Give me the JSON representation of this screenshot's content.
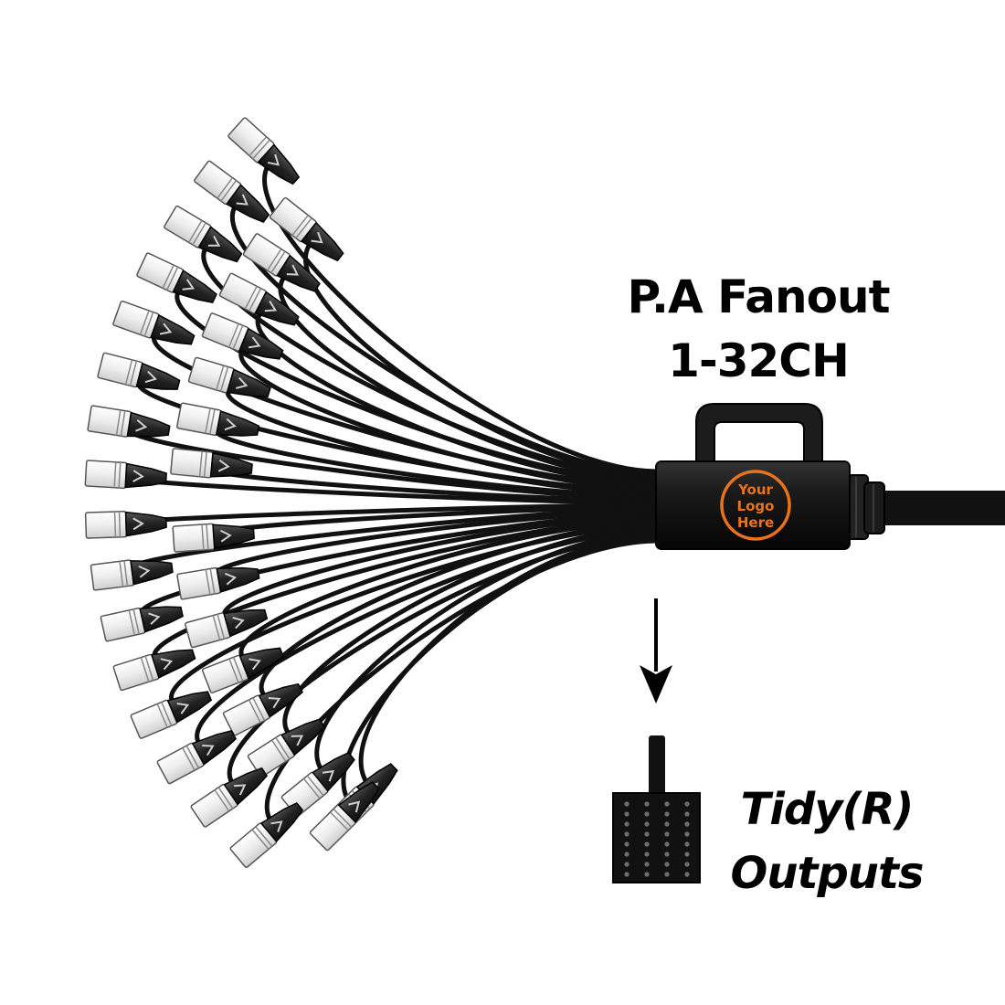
{
  "title": {
    "line1": "P.A Fanout",
    "line2": "1-32CH"
  },
  "logo": {
    "line1": "Your",
    "line2": "Logo",
    "line3": "Here",
    "color": "#e8731c"
  },
  "caption": {
    "line1": "Tidy(R)",
    "line2": "Outputs"
  },
  "connector_count": 32,
  "colors": {
    "cable": "#111111",
    "connector_body": "#f2f2f2",
    "boot": "#2a2a2a",
    "accent": "#e8731c"
  },
  "icons": {
    "arrow": "down-arrow-icon",
    "tidy": "tidy-output-box-icon"
  }
}
